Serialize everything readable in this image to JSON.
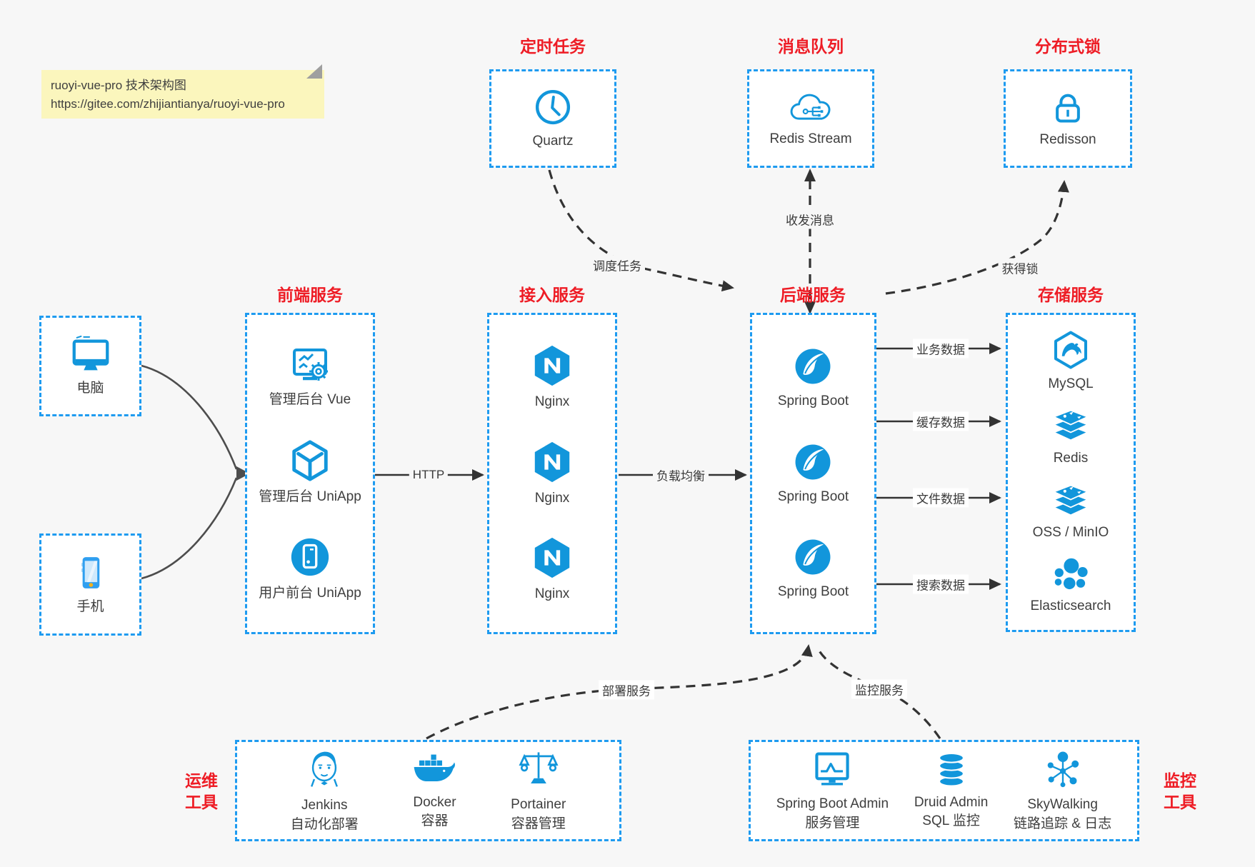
{
  "note": {
    "line1": "ruoyi-vue-pro 技术架构图",
    "line2": "https://gitee.com/zhijiantianya/ruoyi-vue-pro"
  },
  "colors": {
    "icon_blue": "#1296db",
    "border_blue": "#1e9bf0",
    "title_red": "#ee1c25",
    "arrow_dark": "#333333",
    "client_arrow_gray": "#4d4d4d",
    "note_bg": "#fbf6bd",
    "page_bg": "#f7f7f7"
  },
  "groups": {
    "scheduled": {
      "title": "定时任务",
      "items": [
        {
          "label": "Quartz",
          "icon": "clock-icon"
        }
      ]
    },
    "mq": {
      "title": "消息队列",
      "items": [
        {
          "label": "Redis Stream",
          "icon": "cloud-stream-icon"
        }
      ]
    },
    "lock": {
      "title": "分布式锁",
      "items": [
        {
          "label": "Redisson",
          "icon": "lock-icon"
        }
      ]
    },
    "clients": {
      "computer": {
        "label": "电脑",
        "icon": "computer-icon"
      },
      "phone": {
        "label": "手机",
        "icon": "phone-icon"
      }
    },
    "frontend": {
      "title": "前端服务",
      "items": [
        {
          "label": "管理后台 Vue",
          "icon": "admin-vue-icon"
        },
        {
          "label": "管理后台 UniApp",
          "icon": "uniapp-cube-icon"
        },
        {
          "label": "用户前台 UniApp",
          "icon": "user-app-icon"
        }
      ]
    },
    "gateway": {
      "title": "接入服务",
      "items": [
        {
          "label": "Nginx",
          "icon": "nginx-icon"
        },
        {
          "label": "Nginx",
          "icon": "nginx-icon"
        },
        {
          "label": "Nginx",
          "icon": "nginx-icon"
        }
      ]
    },
    "backend": {
      "title": "后端服务",
      "items": [
        {
          "label": "Spring Boot",
          "icon": "spring-icon"
        },
        {
          "label": "Spring Boot",
          "icon": "spring-icon"
        },
        {
          "label": "Spring Boot",
          "icon": "spring-icon"
        }
      ]
    },
    "storage": {
      "title": "存储服务",
      "items": [
        {
          "label": "MySQL",
          "icon": "mysql-icon"
        },
        {
          "label": "Redis",
          "icon": "redis-icon"
        },
        {
          "label": "OSS / MinIO",
          "icon": "oss-icon"
        },
        {
          "label": "Elasticsearch",
          "icon": "elasticsearch-icon"
        }
      ]
    },
    "ops": {
      "title_line1": "运维",
      "title_line2": "工具",
      "items": [
        {
          "name": "Jenkins",
          "desc": "自动化部署",
          "icon": "jenkins-icon"
        },
        {
          "name": "Docker",
          "desc": "容器",
          "icon": "docker-icon"
        },
        {
          "name": "Portainer",
          "desc": "容器管理",
          "icon": "portainer-icon"
        }
      ]
    },
    "monitoring": {
      "title_line1": "监控",
      "title_line2": "工具",
      "items": [
        {
          "name": "Spring Boot Admin",
          "desc": "服务管理",
          "icon": "spring-boot-admin-icon"
        },
        {
          "name": "Druid Admin",
          "desc": "SQL 监控",
          "icon": "druid-icon"
        },
        {
          "name": "SkyWalking",
          "desc": "链路追踪 & 日志",
          "icon": "skywalking-icon"
        }
      ]
    }
  },
  "edges": {
    "http": "HTTP",
    "load_balance": "负载均衡",
    "schedule": "调度任务",
    "messages": "收发消息",
    "acquire_lock": "获得锁",
    "business_data": "业务数据",
    "cache_data": "缓存数据",
    "file_data": "文件数据",
    "search_data": "搜索数据",
    "deploy": "部署服务",
    "monitor": "监控服务"
  }
}
